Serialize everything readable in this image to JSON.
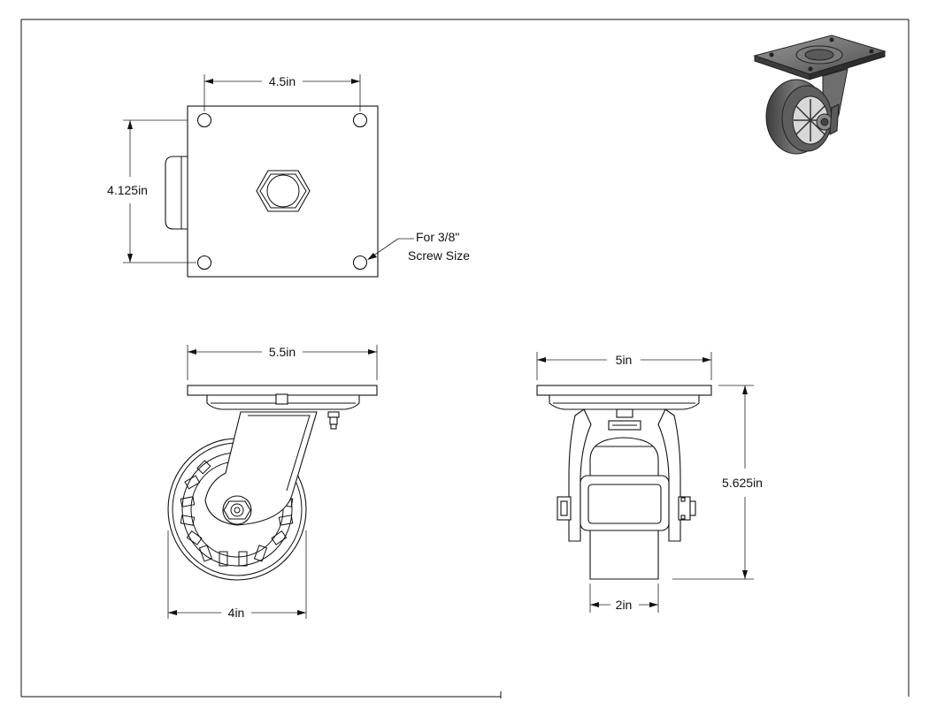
{
  "dimensions": {
    "top_plate_width": "4.5in",
    "top_plate_height": "4.125in",
    "front_plate_width": "5.5in",
    "front_wheel_diameter": "4in",
    "side_plate_width": "5in",
    "side_overall_height": "5.625in",
    "side_wheel_width": "2in"
  },
  "callout": {
    "line1": "For 3/8\"",
    "line2": "Screw Size"
  },
  "colors": {
    "line": "#111111",
    "background": "#ffffff",
    "iso_body": "#5a5a5a"
  }
}
